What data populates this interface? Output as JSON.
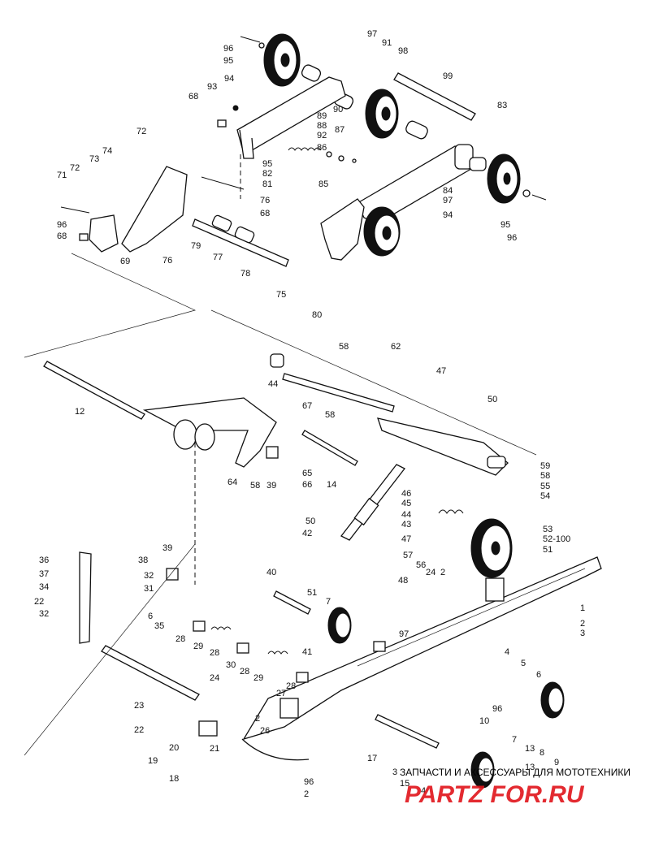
{
  "diagram": {
    "callouts": [
      "97",
      "96",
      "95",
      "91",
      "98",
      "94",
      "99",
      "93",
      "83",
      "68",
      "90",
      "89",
      "88",
      "87",
      "72",
      "92",
      "86",
      "74",
      "73",
      "95",
      "82",
      "81",
      "71",
      "72",
      "85",
      "84",
      "97",
      "76",
      "68",
      "96",
      "94",
      "95",
      "68",
      "79",
      "96",
      "76",
      "77",
      "69",
      "78",
      "75",
      "80",
      "58",
      "62",
      "47",
      "44",
      "12",
      "67",
      "50",
      "58",
      "59",
      "58",
      "55",
      "54",
      "65",
      "64",
      "58",
      "39",
      "66",
      "14",
      "46",
      "45",
      "44",
      "43",
      "50",
      "42",
      "47",
      "53",
      "52-100",
      "57",
      "56",
      "51",
      "36",
      "39",
      "38",
      "37",
      "40",
      "48",
      "24",
      "2",
      "34",
      "32",
      "31",
      "51",
      "7",
      "1",
      "22",
      "6",
      "35",
      "32",
      "28",
      "2",
      "3",
      "29",
      "28",
      "41",
      "97",
      "30",
      "28",
      "29",
      "28",
      "4",
      "5",
      "6",
      "24",
      "27",
      "23",
      "2",
      "26",
      "96",
      "10",
      "22",
      "20",
      "21",
      "19",
      "13",
      "7",
      "8",
      "18",
      "17",
      "96",
      "2",
      "15",
      "13",
      "9",
      "4"
    ],
    "watermark_text": "ЗАПЧАСТИ И АКСЕССУАРЫ ДЛЯ МОТОТЕХНИКИ",
    "brand_text": "PARTZ  FOR.RU"
  }
}
